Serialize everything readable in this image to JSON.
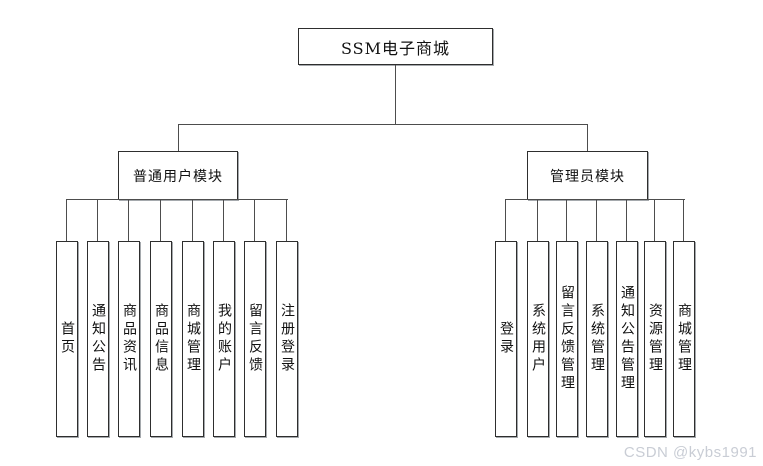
{
  "diagram": {
    "root_label": "SSM电子商城",
    "branches": [
      {
        "label": "普通用户模块",
        "children": [
          "首页",
          "通知公告",
          "商品资讯",
          "商品信息",
          "商城管理",
          "我的账户",
          "留言反馈",
          "注册登录"
        ]
      },
      {
        "label": "管理员模块",
        "children": [
          "登录",
          "系统用户",
          "留言反馈管理",
          "系统管理",
          "通知公告管理",
          "资源管理",
          "商城管理"
        ]
      }
    ]
  },
  "watermark": {
    "text": "CSDN @kybs1991"
  },
  "colors": {
    "connector_line": "#4d4d4d",
    "node_border": "#2e2e2e",
    "node_background": "#ffffff",
    "text": "#111111",
    "watermark": "#c9cdd5",
    "page_background": "#ffffff"
  }
}
